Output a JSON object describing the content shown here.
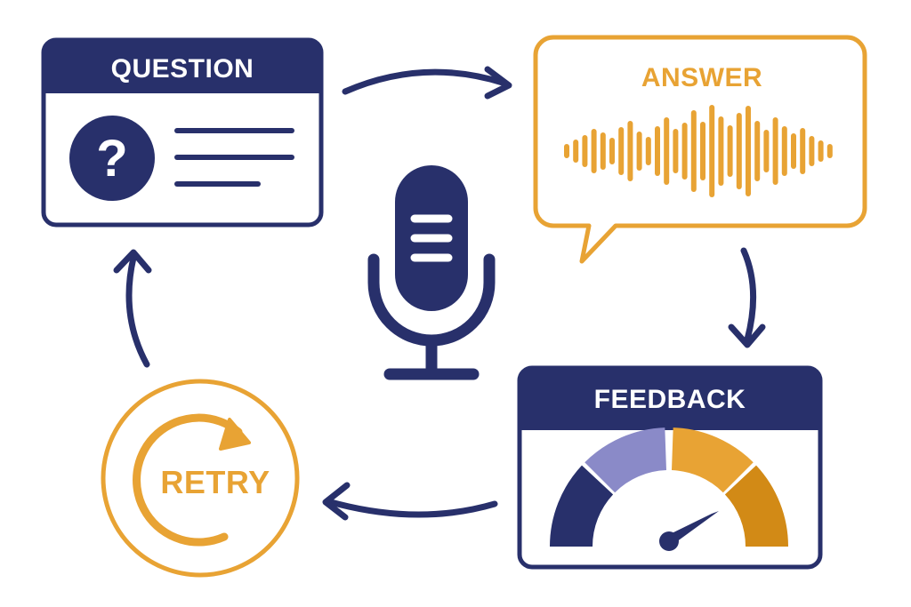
{
  "colors": {
    "navy": "#28306b",
    "orange": "#e8a334",
    "gauge_purple": "#8a8ac8",
    "gauge_dark_orange": "#d28a16",
    "white": "#ffffff"
  },
  "cards": {
    "question": {
      "title": "QUESTION",
      "icon": "question-mark-icon"
    },
    "answer": {
      "title": "ANSWER",
      "icon": "sound-wave-icon"
    },
    "feedback": {
      "title": "FEEDBACK",
      "icon": "gauge-icon"
    },
    "retry": {
      "title": "RETRY",
      "icon": "refresh-arrow-icon"
    }
  },
  "center": {
    "icon": "microphone-icon"
  },
  "question_mark": "?"
}
